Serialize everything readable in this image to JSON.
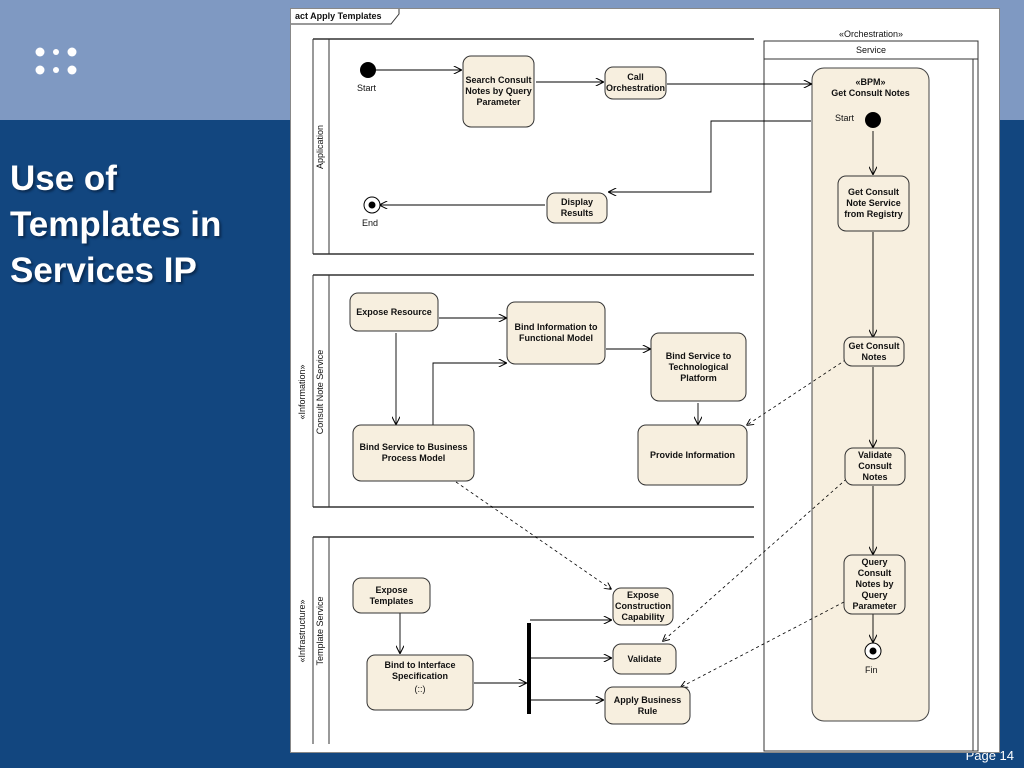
{
  "slide": {
    "title_lines": [
      "Use of",
      "Templates in",
      "Services IP"
    ],
    "page_label": "Page 14"
  },
  "diagram": {
    "frame_label": "act Apply Templates",
    "orchestration_stereotype": "«Orchestration»",
    "service_label": "Service",
    "bpm_stereotype": "«BPM»",
    "bpm_name": "Get Consult Notes",
    "lanes": {
      "application": "Application",
      "information_stereotype": "«Information»",
      "information_name": "Consult Note Service",
      "infrastructure_stereotype": "«Infrastructure»",
      "infrastructure_name": "Template Service"
    },
    "nodes": {
      "app_start": "Start",
      "search_consult": "Search Consult\nNotes by Query\nParameter",
      "call_orch": "Call\nOrchestration",
      "display_results": "Display\nResults",
      "app_end": "End",
      "expose_resource": "Expose Resource",
      "bind_functional": "Bind Information to\nFunctional Model",
      "bind_tech": "Bind Service to\nTechnological\nPlatform",
      "bind_business": "Bind Service to Business\nProcess Model",
      "provide_info": "Provide Information",
      "expose_templates": "Expose\nTemplates",
      "bind_interface": "Bind to Interface\nSpecification",
      "bind_interface_note": "(::)",
      "expose_construction": "Expose\nConstruction\nCapability",
      "validate": "Validate",
      "apply_business": "Apply Business\nRule",
      "orch_start": "Start",
      "get_from_registry": "Get Consult\nNote Service\nfrom Registry",
      "get_notes": "Get Consult\nNotes",
      "validate_notes": "Validate\nConsult\nNotes",
      "query_notes": "Query\nConsult\nNotes by\nQuery\nParameter",
      "orch_end": "Fin"
    }
  },
  "colors": {
    "background": "#12467f",
    "top_band": "#7f99c2",
    "node_fill": "#f7efdf",
    "text_white": "#ffffff"
  }
}
